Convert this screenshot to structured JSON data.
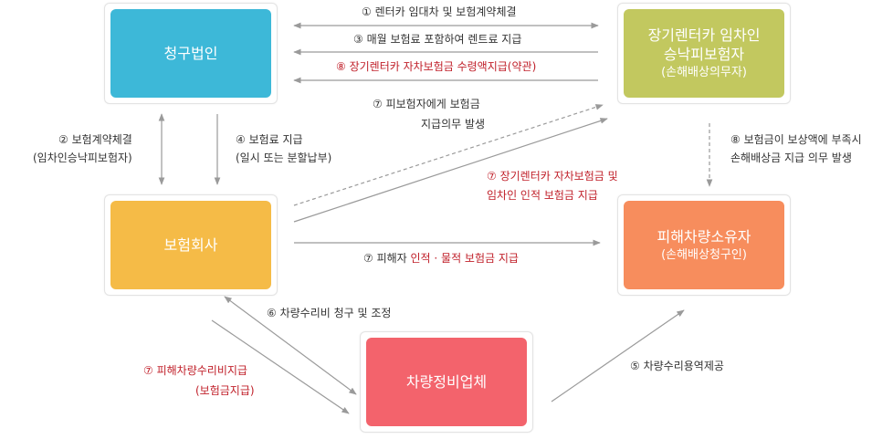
{
  "nodes": {
    "claim_corp": {
      "title": "청구법인",
      "color": "#3db8d8"
    },
    "rental_lessee": {
      "title": "장기렌터카 임차인",
      "title2": "승낙피보험자",
      "sub": "(손해배상의무자)",
      "color": "#c2c85f"
    },
    "insurer": {
      "title": "보험회사",
      "color": "#f5bb47"
    },
    "victim_owner": {
      "title": "피해차량소유자",
      "sub": "(손해배상청구인)",
      "color": "#f78d5d"
    },
    "repair_shop": {
      "title": "차량정비업체",
      "color": "#f3636c"
    }
  },
  "labels": {
    "l1": "① 렌터카 임대차 및 보험계약체결",
    "l3": "③ 매월 보험료 포함하여 렌트료 지급",
    "l8a": "⑧ 장기렌터카 자차보험금 수령액지급(약관)",
    "l7a_1": "⑦ 피보험자에게 보험금",
    "l7a_2": "지급의무 발생",
    "l2_1": "② 보험계약체결",
    "l2_2": "(임차인승낙피보험자)",
    "l4_1": "④ 보험료 지급",
    "l4_2": "(일시 또는 분할납부)",
    "l7b_1": "⑦ 장기렌터카 자차보험금 및",
    "l7b_2": "임차인 인적 보험금 지급",
    "l8b_1": "⑧ 보험금이 보상액에 부족시",
    "l8b_2": "손해배상금 지급 의무 발생",
    "l7c_prefix": "⑦ 피해자 ",
    "l7c_red": "인적 · 물적 보험금 지급",
    "l6": "⑥ 차량수리비 청구 및 조정",
    "l7d_1": "⑦  피해차량수리비지급",
    "l7d_2": "(보험금지급)",
    "l5": "⑤ 차량수리용역제공"
  },
  "colors": {
    "arrow": "#9a9a9a",
    "highlight_text": "#c0202a"
  }
}
